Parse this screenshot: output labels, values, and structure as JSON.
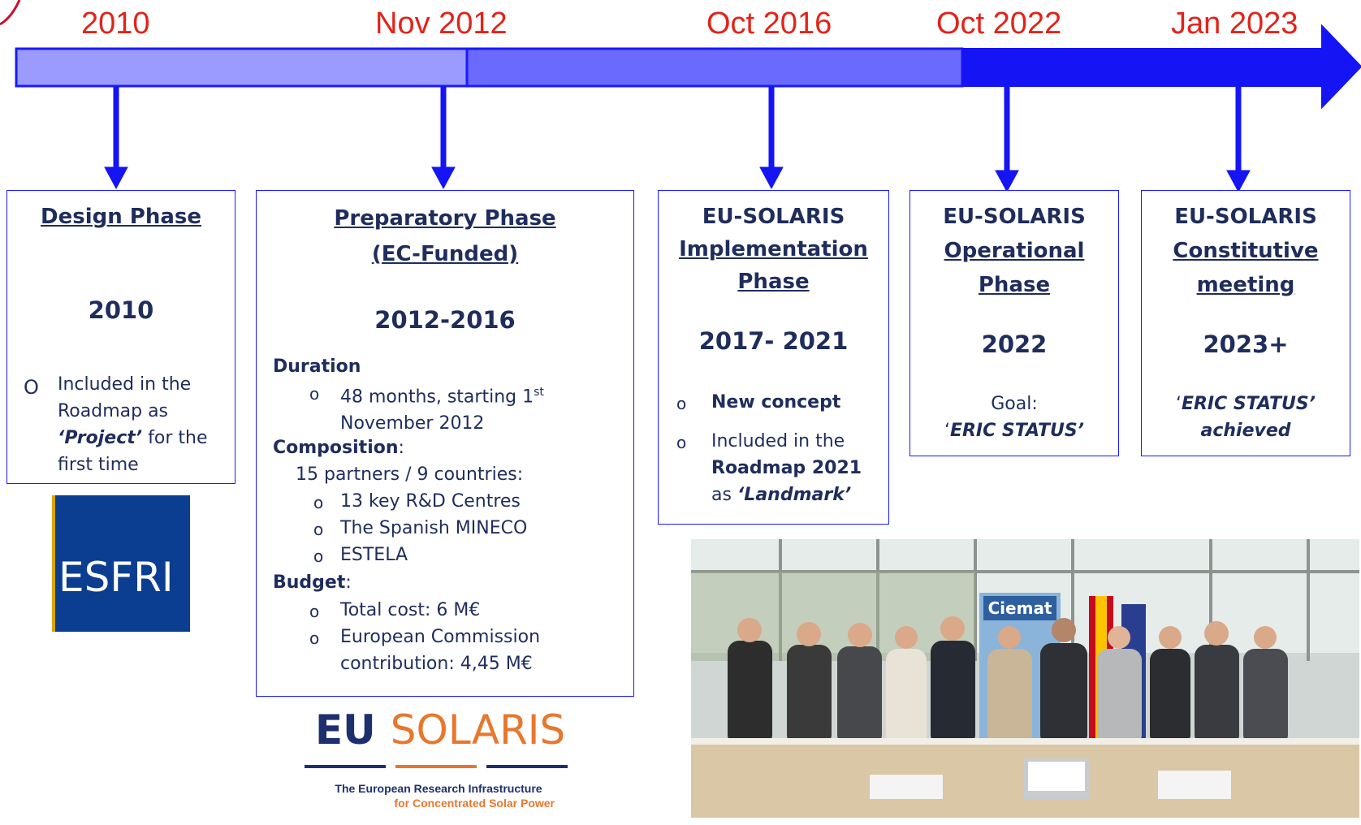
{
  "timeline": {
    "labels": [
      "2010",
      "Nov 2012",
      "Oct 2016",
      "Oct 2022",
      "Jan 2023"
    ],
    "colors": {
      "seg1": "#9b9bff",
      "seg2": "#6a6aff",
      "seg3": "#1414f5",
      "label": "#e2231a",
      "border": "#1a1aff"
    }
  },
  "design": {
    "title": "Design Phase",
    "period": "2010",
    "bullet_symbol": "O",
    "text_pre": "Included in the Roadmap as ",
    "text_bold": "‘Project’",
    "text_post": " for the first time"
  },
  "preparatory": {
    "title_line1": "Preparatory Phase",
    "title_line2": "(EC-Funded)",
    "period": "2012-2016",
    "duration_label": "Duration",
    "duration_text_a": "48 months, starting 1",
    "duration_sup": "st",
    "duration_text_b": "November 2012",
    "composition_label": "Composition",
    "composition_colon": ":",
    "composition_text": "15 partners / 9 countries:",
    "composition_items": [
      "13 key R&D Centres",
      "The Spanish MINECO",
      "ESTELA"
    ],
    "budget_label": "Budget",
    "budget_colon": ":",
    "budget_item1": "Total cost: 6 M€",
    "budget_item2a": "European Commission",
    "budget_item2b": "contribution: 4,45 M€",
    "bullet": "o"
  },
  "implementation": {
    "title_line1": "EU-SOLARIS",
    "title_line2": "Implementation",
    "title_line3": "Phase",
    "period": "2017- 2021",
    "item1": "New concept",
    "item2_line1": "Included in the",
    "item2_line2": "Roadmap 2021",
    "item2_line3_pre": "as ",
    "item2_line3_bold": "‘Landmark’",
    "bullet": "o"
  },
  "operational": {
    "title_line1": "EU-SOLARIS",
    "title_line2": "Operational",
    "title_line3": "Phase",
    "period": "2022",
    "goal_label": "Goal:",
    "goal_value_open": "‘",
    "goal_value": "ERIC STATUS’"
  },
  "constitutive": {
    "title_line1": "EU-SOLARIS",
    "title_line2": "Constitutive",
    "title_line3": "meeting",
    "period": "2023+",
    "status_open": "‘",
    "status_line1": "ERIC STATUS’",
    "status_line2": "achieved"
  },
  "logos": {
    "esfri": "ESFRI",
    "eu_solaris_eu": "EU",
    "eu_solaris_name": "SOLARIS",
    "eu_solaris_tagline1": "The European Research Infrastructure",
    "eu_solaris_tagline2": "for Concentrated Solar Power"
  },
  "photo": {
    "banner": "Ciemat"
  }
}
